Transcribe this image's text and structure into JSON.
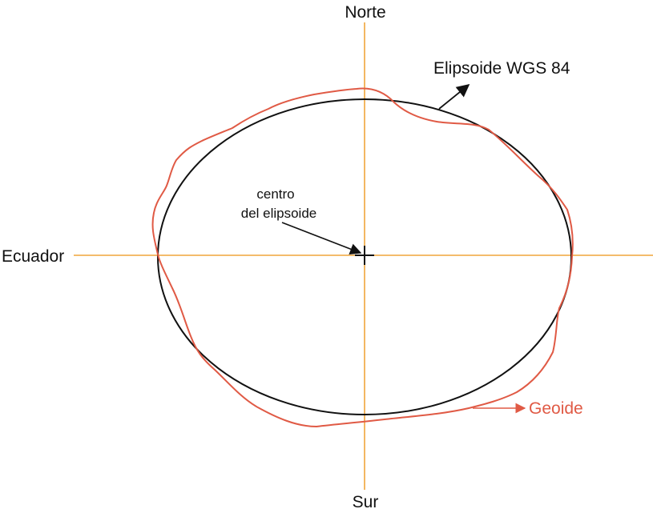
{
  "labels": {
    "north": "Norte",
    "south": "Sur",
    "equator": "Ecuador",
    "ellipsoid": "Elipsoide WGS 84",
    "center_line1": "centro",
    "center_line2": "del elipsoide",
    "geoid": "Geoide"
  },
  "colors": {
    "axis": "#f0a53a",
    "ellipsoid": "#111111",
    "geoid": "#e05a45",
    "text": "#111111"
  }
}
